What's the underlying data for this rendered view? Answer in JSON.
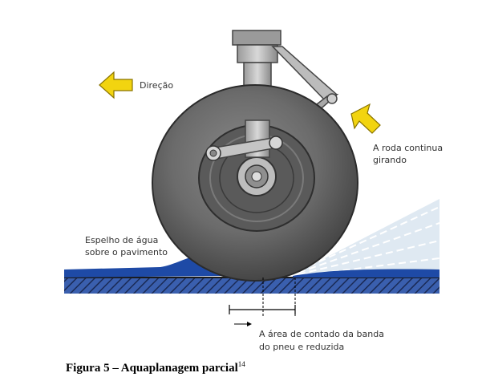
{
  "labels": {
    "direcao": "Direção",
    "roda_line1": "A roda continua",
    "roda_line2": "girando",
    "espelho_line1": "Espelho de água",
    "espelho_line2": "sobre o pavimento",
    "area_line1": "A área de contado da banda",
    "area_line2": "do pneu e reduzida"
  },
  "caption": {
    "text": "Figura 5 – Aquaplanagem parcial",
    "superscript": "14"
  },
  "colors": {
    "arrow_yellow": "#f2d410",
    "tire": "#6b6b6b",
    "water": "#1e4aa6",
    "pavement": "#2a2a2a"
  },
  "icons": {
    "direction_arrow": "left-arrow-icon",
    "rotation_arrow": "up-right-arrow-icon",
    "contact_arrow": "right-arrow-icon"
  }
}
